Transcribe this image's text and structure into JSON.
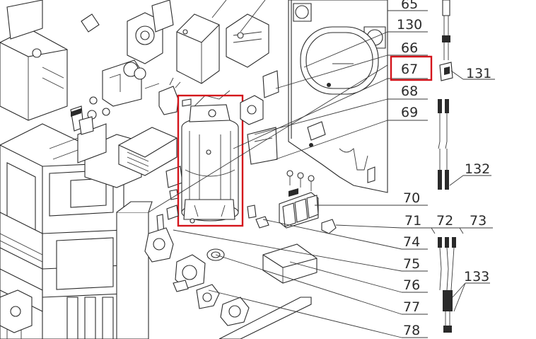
{
  "diagram": {
    "labels": {
      "l65": "65",
      "l130": "130",
      "l66": "66",
      "l67": "67",
      "l68": "68",
      "l69": "69",
      "l131": "131",
      "l132": "132",
      "l70": "70",
      "l71": "71",
      "l72": "72",
      "l73": "73",
      "l74": "74",
      "l75": "75",
      "l76": "76",
      "l77": "77",
      "l133": "133",
      "l78": "78"
    },
    "highlight_color": "#d4141b",
    "highlighted_items": [
      "67"
    ]
  }
}
